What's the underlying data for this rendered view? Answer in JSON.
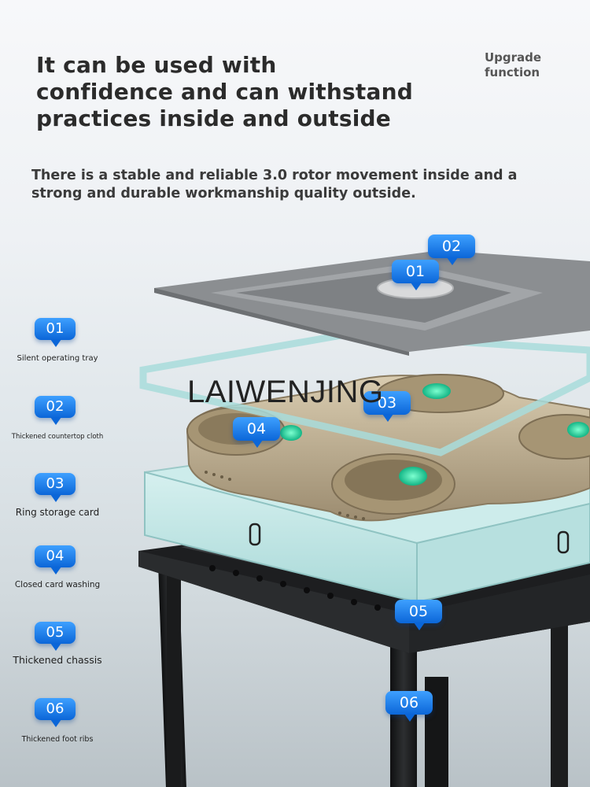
{
  "headline": {
    "line1": "It can be used with",
    "line2": "confidence and can withstand",
    "line3": "practices inside and outside"
  },
  "upgrade": {
    "line1": "Upgrade",
    "line2": "function"
  },
  "subtitle": {
    "line1": "There is a stable and reliable 3.0 rotor movement inside and a",
    "line2": "strong and durable workmanship quality outside."
  },
  "watermark": "LAIWENJING",
  "features": [
    {
      "number": "01",
      "label": "Silent operating tray"
    },
    {
      "number": "02",
      "label": "Thickened countertop cloth"
    },
    {
      "number": "03",
      "label": "Ring storage card"
    },
    {
      "number": "04",
      "label": "Closed card washing"
    },
    {
      "number": "05",
      "label": "Thickened chassis"
    },
    {
      "number": "06",
      "label": "Thickened foot ribs"
    }
  ],
  "diagram_callouts": [
    "02",
    "01",
    "03",
    "04",
    "05",
    "06"
  ],
  "colors": {
    "badge_blue": "#1a7ff0",
    "frame_mint": "#bfe6e6",
    "tray_gray": "#8a8d90",
    "chassis_black": "#1c1d1f",
    "rotor_gold": "#b8a88a"
  }
}
